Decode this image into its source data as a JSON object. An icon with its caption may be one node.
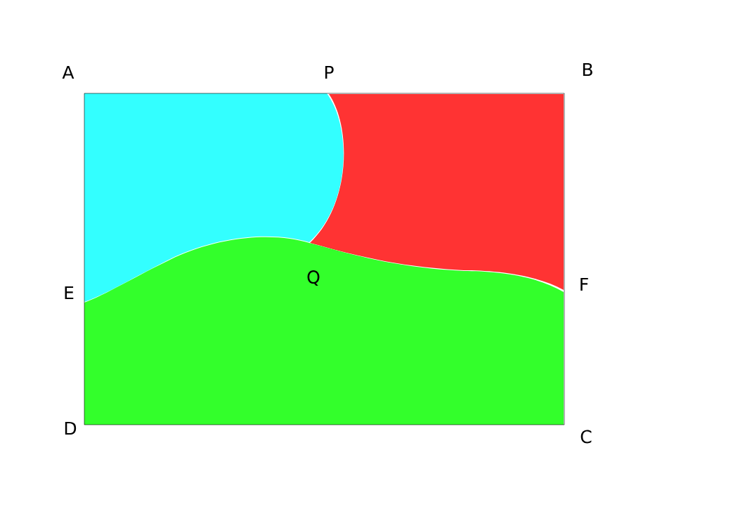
{
  "diagram": {
    "labels": [
      "A",
      "P",
      "B",
      "E",
      "Q",
      "F",
      "D",
      "C"
    ]
  }
}
